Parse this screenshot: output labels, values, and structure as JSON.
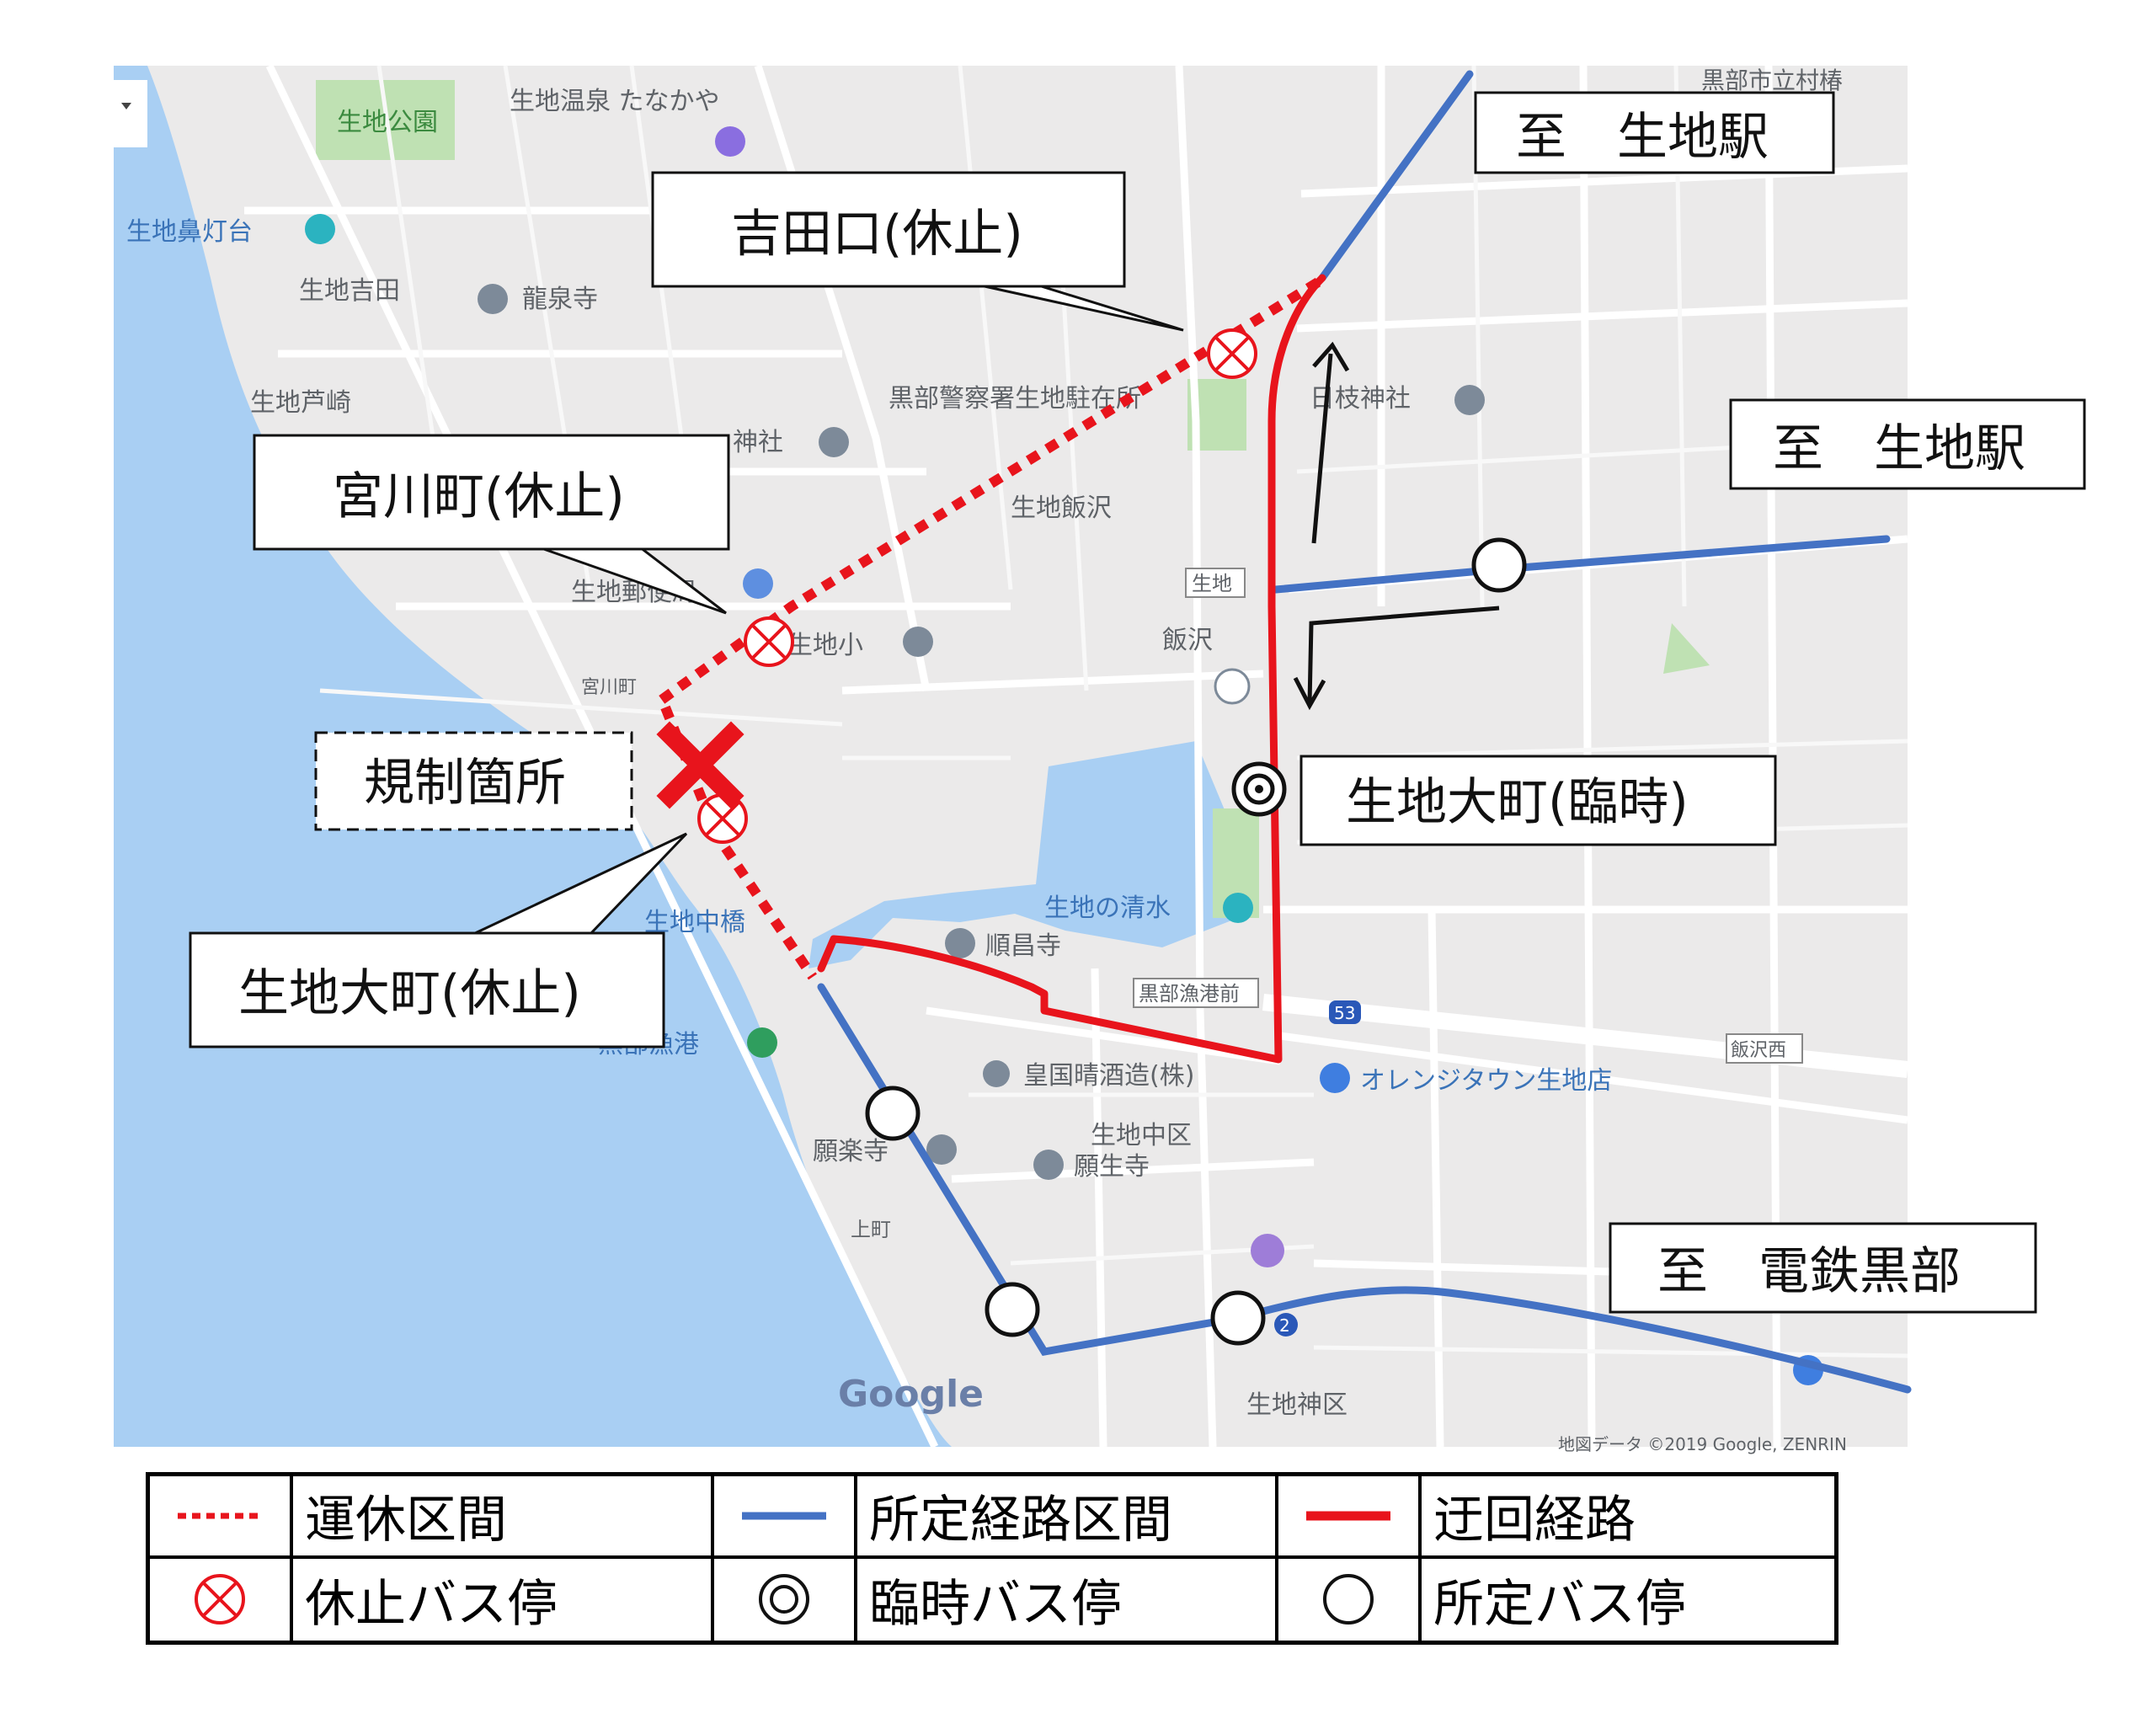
{
  "map_labels": {
    "park_ikuji": "生地公園",
    "onsen": "生地温泉 たなかや",
    "lighthouse": "生地鼻灯台",
    "yoshida": "生地吉田",
    "ryusenji": "龍泉寺",
    "ashizaki": "生地芦崎",
    "police": "黒部警察署生地駐在所",
    "hiejinja": "日枝神社",
    "shinsha": "神社",
    "iizawa": "生地飯沢",
    "post": "生地郵便局",
    "school": "生地小",
    "iizawa2": "飯沢",
    "miyagawa": "宮川町",
    "stop_ikuji": "生地",
    "shimizu": "生地の清水",
    "nakabashi": "生地中橋",
    "junshoji": "順昌寺",
    "gyokomae": "黒部漁港前",
    "route53": "53",
    "iizawanishi": "飯沢西",
    "gyoko": "黒部漁港",
    "kokkou": "皇国晴酒造(株)",
    "orange": "オレンジタウン生地店",
    "ganrakuji": "願楽寺",
    "nakaku": "生地中区",
    "ganshoji": "願生寺",
    "kamimachi": "上町",
    "jinku": "生地神区",
    "route2": "2",
    "google": "Google",
    "city_hall": "黒部市立村椿",
    "attribution": "地図データ ©2019 Google, ZENRIN"
  },
  "callouts": {
    "to_ikuji_station_1": "至　生地駅",
    "to_ikuji_station_2": "至　生地駅",
    "to_dentetsu_kurobe": "至　電鉄黒部",
    "yoshidaguchi": "吉田口(休止)",
    "miyagawacho": "宮川町(休止)",
    "kisei": "規制箇所",
    "ikuji_omachi_rinji": "生地大町(臨時)",
    "ikuji_omachi_kyushi": "生地大町(休止)"
  },
  "legend": {
    "suspended_section": "運休区間",
    "regular_route": "所定経路区間",
    "detour_route": "迂回経路",
    "suspended_stop": "休止バス停",
    "temporary_stop": "臨時バス停",
    "regular_stop": "所定バス停"
  },
  "colors": {
    "detour": "#e8141c",
    "regular": "#4472c4",
    "water": "#a6cdf2",
    "land": "#eceaea",
    "park": "#bfe1b3"
  }
}
